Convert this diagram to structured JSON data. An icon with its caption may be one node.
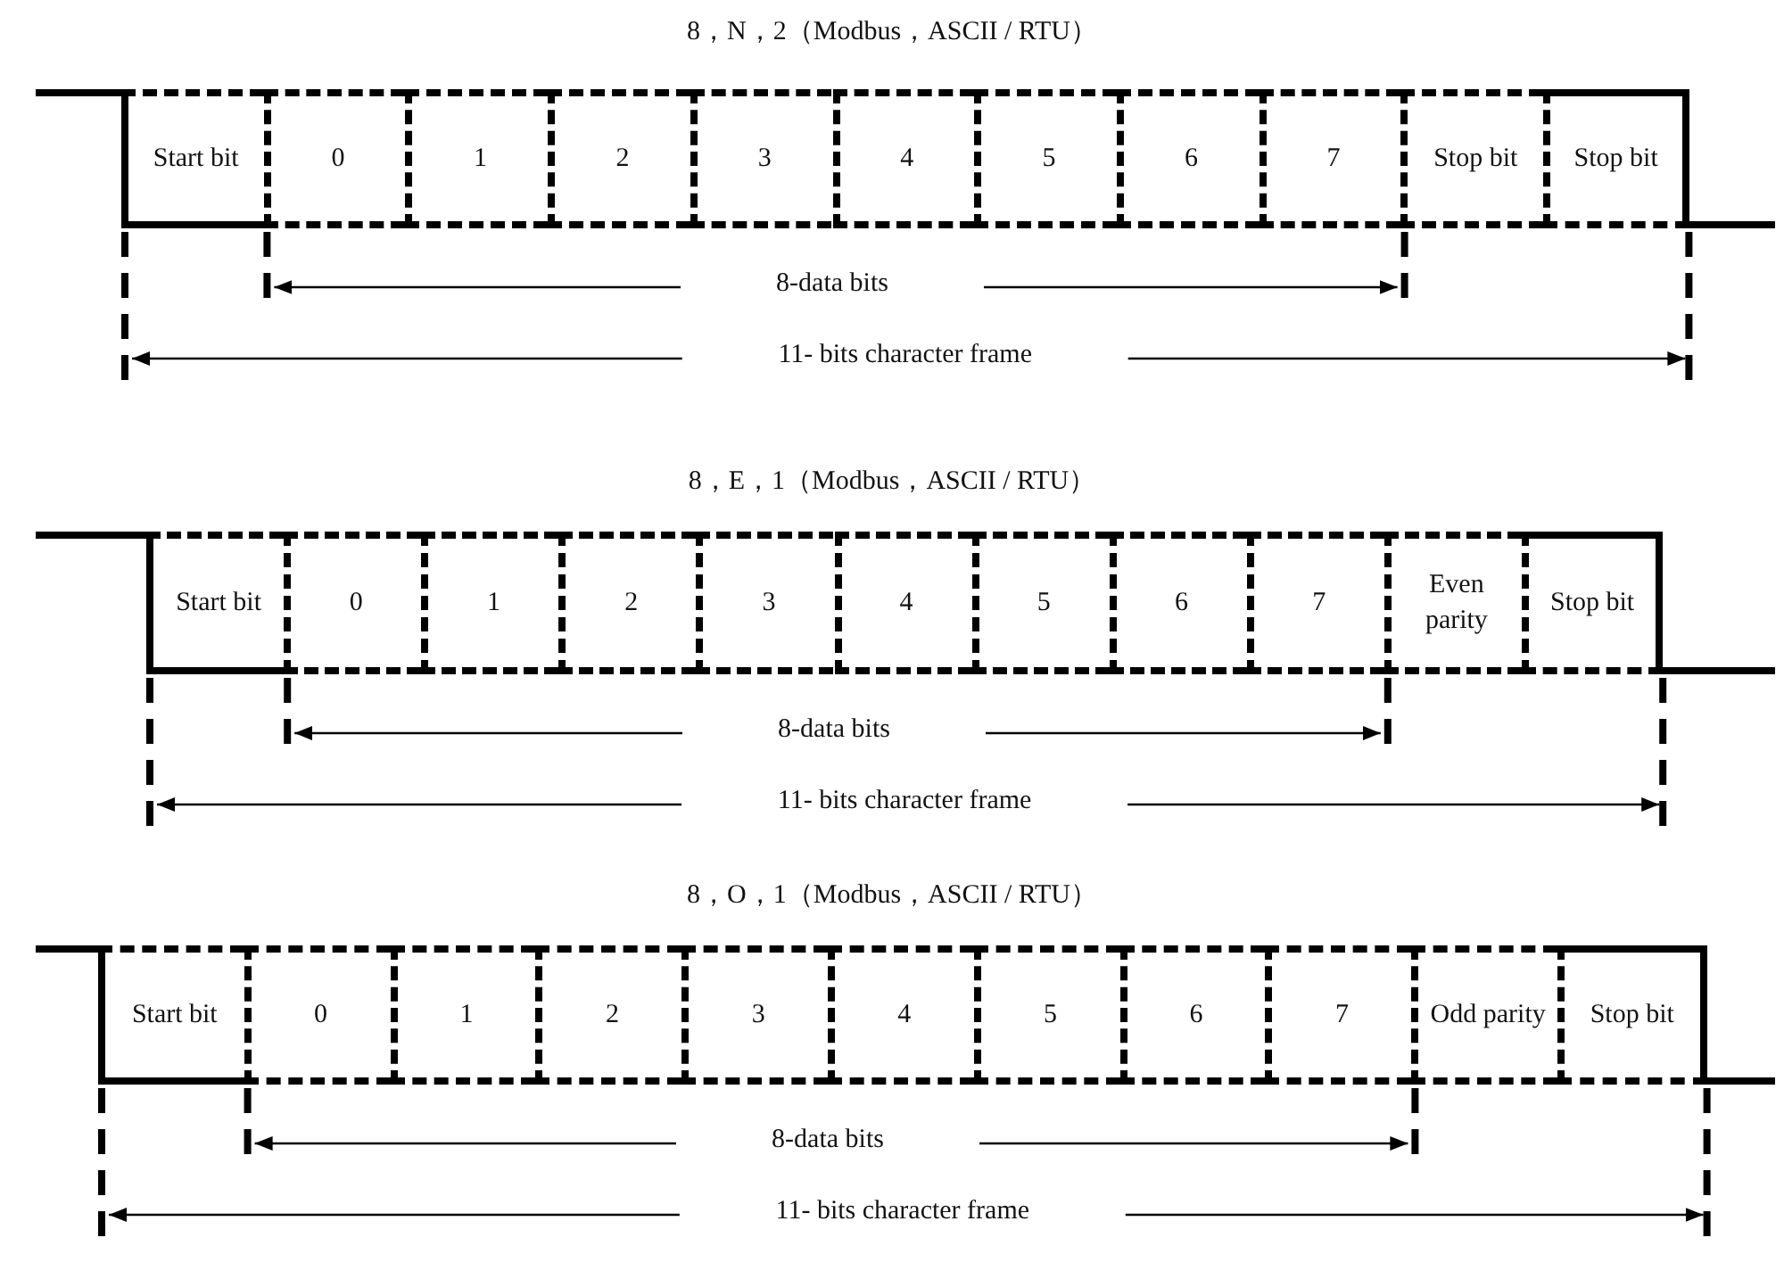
{
  "diagram": {
    "nodes": [
      {
        "text": [
          "Start bit"
        ]
      },
      {
        "text": [
          "0"
        ]
      },
      {
        "text": [
          "1"
        ]
      },
      {
        "text": [
          "2"
        ]
      },
      {
        "text": [
          "3"
        ]
      },
      {
        "text": [
          "4"
        ]
      },
      {
        "text": [
          "5"
        ]
      },
      {
        "text": [
          "6"
        ]
      },
      {
        "text": [
          "7"
        ]
      },
      {
        "text": [
          "Stop bit"
        ]
      },
      {
        "text": [
          "Stop bit"
        ]
      },
      {
        "text": [
          "Start bit"
        ]
      },
      {
        "text": [
          "0"
        ]
      },
      {
        "text": [
          "1"
        ]
      },
      {
        "text": [
          "2"
        ]
      },
      {
        "text": [
          "3"
        ]
      },
      {
        "text": [
          "4"
        ]
      },
      {
        "text": [
          "5"
        ]
      },
      {
        "text": [
          "6"
        ]
      },
      {
        "text": [
          "7"
        ]
      },
      {
        "text": [
          "Even parity"
        ]
      },
      {
        "text": [
          "Stop bit"
        ]
      },
      {
        "text": [
          "Start bit"
        ]
      },
      {
        "text": [
          "0"
        ]
      },
      {
        "text": [
          "1"
        ]
      },
      {
        "text": [
          "2"
        ]
      },
      {
        "text": [
          "3"
        ]
      },
      {
        "text": [
          "4"
        ]
      },
      {
        "text": [
          "5"
        ]
      },
      {
        "text": [
          "6"
        ]
      },
      {
        "text": [
          "7"
        ]
      },
      {
        "text": [
          "Odd parity"
        ]
      },
      {
        "text": [
          "Stop bit"
        ]
      }
    ],
    "labels": [
      "8，N，2（Modbus，ASCII / RTU）",
      "8-data bits",
      "11- bits character frame",
      "8，E，1（Modbus，ASCII / RTU）",
      "8-data bits",
      "11- bits character frame",
      "8，O，1（Modbus，ASCII / RTU）",
      "8-data bits",
      "11- bits character frame"
    ]
  }
}
